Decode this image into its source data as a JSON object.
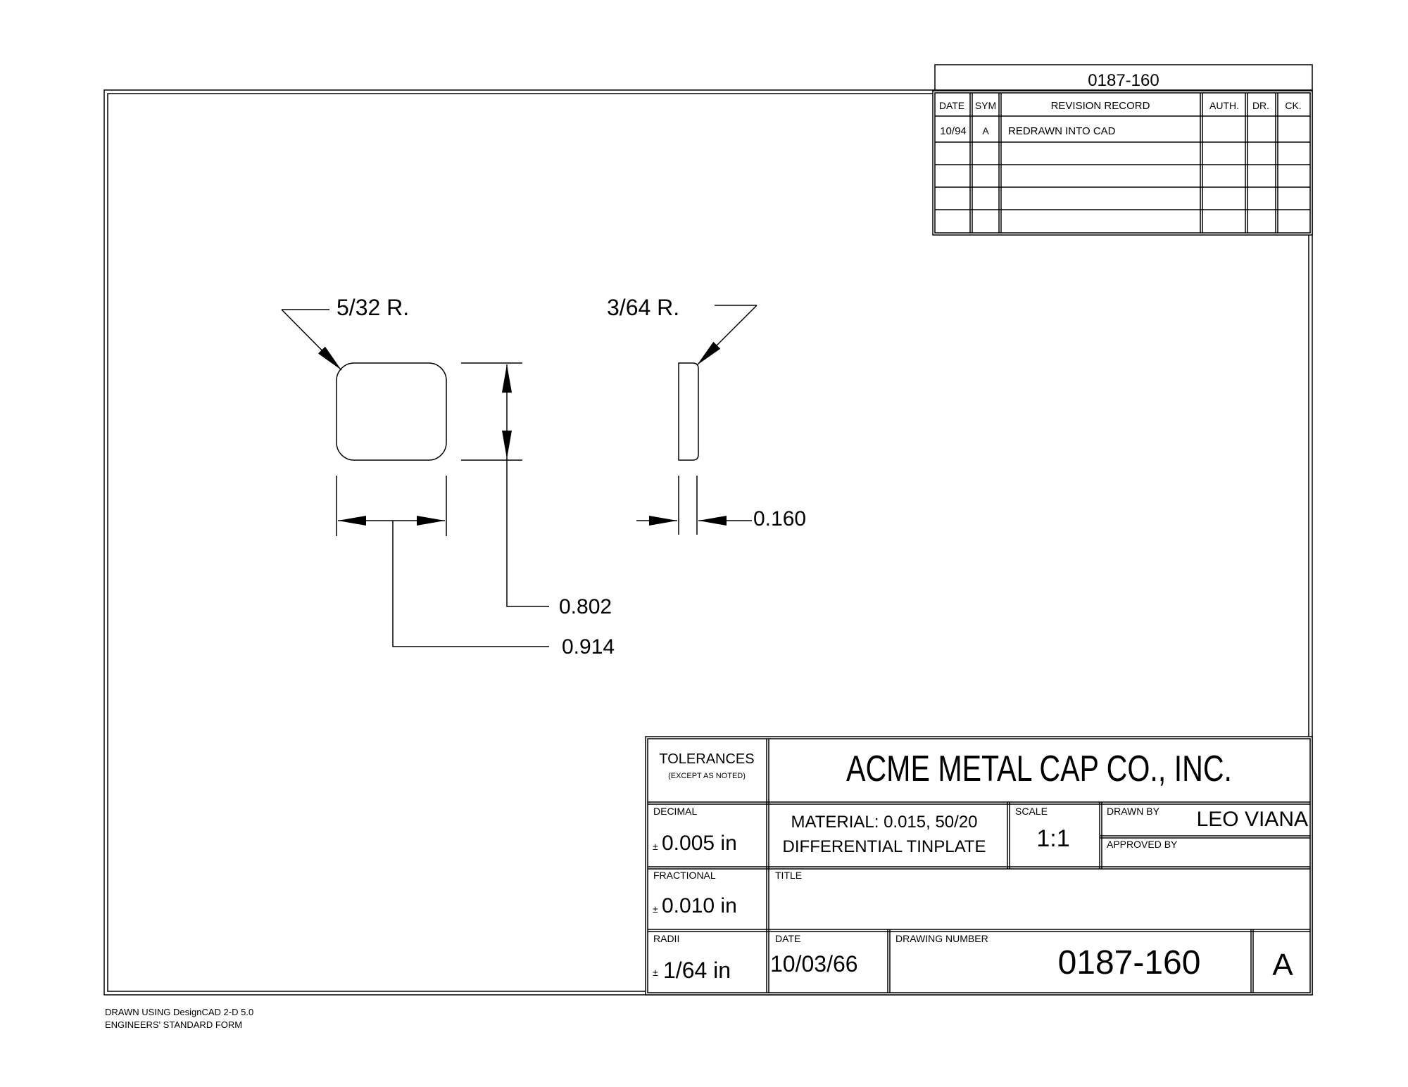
{
  "revision_block": {
    "drawing_number": "0187-160",
    "headers": [
      "DATE",
      "SYM",
      "REVISION RECORD",
      "AUTH.",
      "DR.",
      "CK."
    ],
    "rows": [
      [
        "10/94",
        "A",
        "REDRAWN INTO CAD",
        "",
        "",
        ""
      ],
      [
        "",
        "",
        "",
        "",
        "",
        ""
      ],
      [
        "",
        "",
        "",
        "",
        "",
        ""
      ],
      [
        "",
        "",
        "",
        "",
        "",
        ""
      ],
      [
        "",
        "",
        "",
        "",
        "",
        ""
      ]
    ]
  },
  "drawing": {
    "front_radius_label": "5/32 R.",
    "side_radius_label": "3/64 R.",
    "thickness_label": "0.160",
    "height_label": "0.802",
    "width_label": "0.914"
  },
  "title_block": {
    "tolerances_label": "TOLERANCES",
    "except_label": "(EXCEPT AS NOTED)",
    "company": "ACME METAL CAP CO., INC.",
    "decimal_label": "DECIMAL",
    "decimal_value": "0.005 in",
    "material_line1": "MATERIAL: 0.015, 50/20",
    "material_line2": "DIFFERENTIAL TINPLATE",
    "scale_label": "SCALE",
    "scale_value": "1:1",
    "drawn_by_label": "DRAWN BY",
    "drawn_by_value": "LEO VIANA",
    "approved_by_label": "APPROVED BY",
    "fractional_label": "FRACTIONAL",
    "fractional_value": "0.010 in",
    "title_label": "TITLE",
    "radii_label": "RADII",
    "radii_value": "1/64 in",
    "date_label": "DATE",
    "date_value": "10/03/66",
    "drawing_number_label": "DRAWING NUMBER",
    "drawing_number_value": "0187-160",
    "revision_letter": "A",
    "plus_minus": "±"
  },
  "footer": {
    "line1": "DRAWN USING DesignCAD 2-D 5.0",
    "line2": "ENGINEERS' STANDARD FORM"
  }
}
